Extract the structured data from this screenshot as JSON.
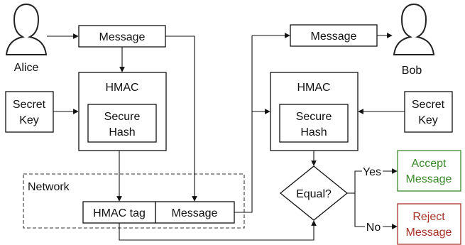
{
  "diagram": {
    "alice_label": "Alice",
    "bob_label": "Bob",
    "sender_message": "Message",
    "receiver_message": "Message",
    "sender_hmac_title": "HMAC",
    "receiver_hmac_title": "HMAC",
    "sender_secure_hash": [
      "Secure",
      "Hash"
    ],
    "receiver_secure_hash": [
      "Secure",
      "Hash"
    ],
    "sender_secret_key": [
      "Secret",
      "Key"
    ],
    "receiver_secret_key": [
      "Secret",
      "Key"
    ],
    "network_label": "Network",
    "hmac_tag_label": "HMAC tag",
    "packet_message": "Message",
    "decision_label": "Equal?",
    "yes_label": "Yes",
    "no_label": "No",
    "accept_box": [
      "Accept",
      "Message"
    ],
    "reject_box": [
      "Reject",
      "Message"
    ],
    "colors": {
      "accept": "#3a8a2a",
      "reject": "#a83226",
      "line": "#111111"
    }
  }
}
